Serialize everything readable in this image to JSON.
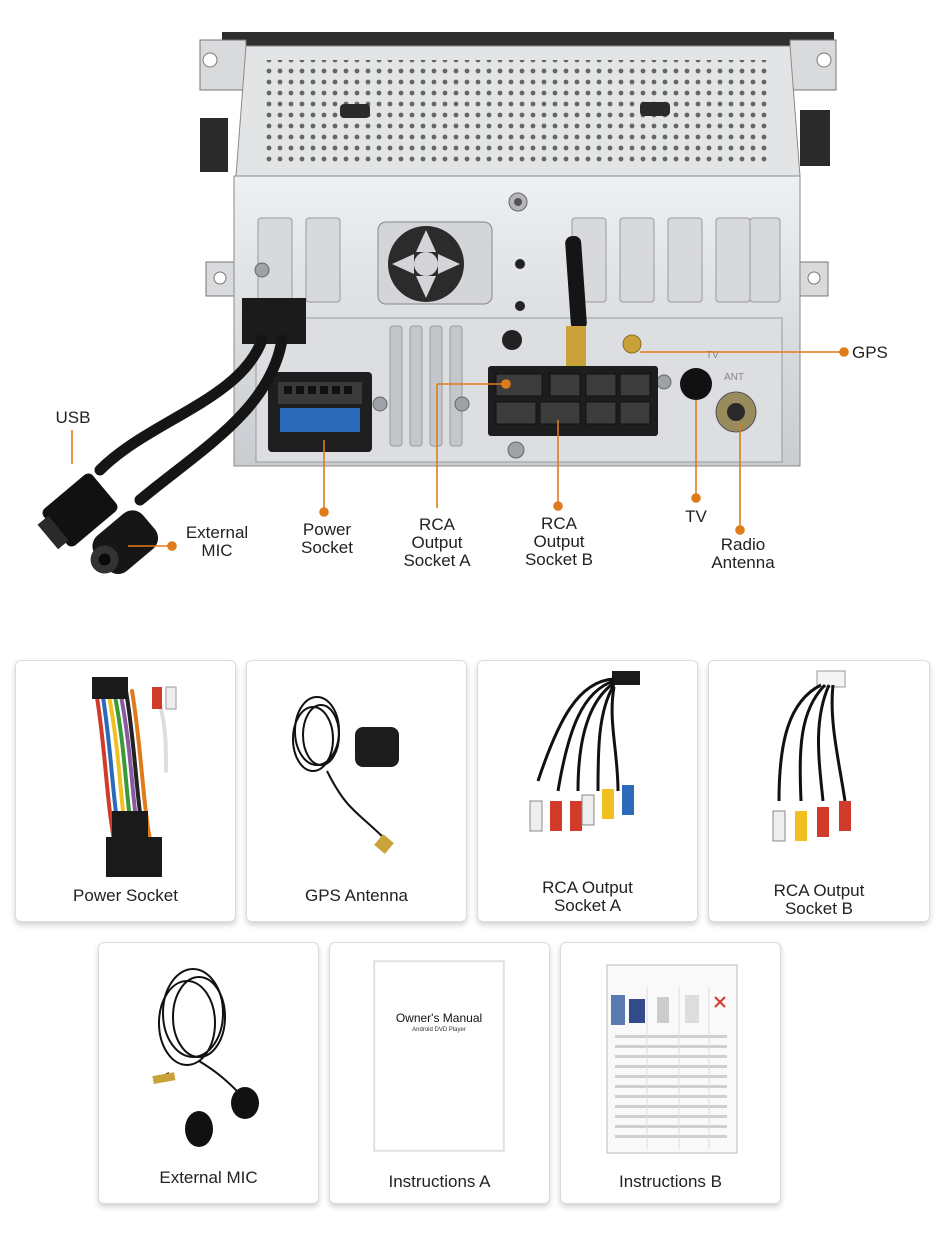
{
  "diagram": {
    "callouts": {
      "usb": "USB",
      "external_mic": "External\nMIC",
      "power_socket": "Power\nSocket",
      "rca_a": "RCA\nOutput\nSocket A",
      "rca_b": "RCA\nOutput\nSocket B",
      "tv": "TV",
      "radio_antenna": "Radio\nAntenna",
      "gps": "GPS"
    },
    "port_markings": {
      "ant": "ANT",
      "tv": "TV"
    },
    "accent_color": "#e07b1a"
  },
  "accessories": {
    "power_socket": "Power Socket",
    "gps_antenna": "GPS Antenna",
    "rca_a": "RCA Output\nSocket A",
    "rca_b": "RCA Output\nSocket B",
    "external_mic": "External MIC",
    "instructions_a": "Instructions A",
    "instructions_b": "Instructions B",
    "manual_title": "Owner's Manual",
    "manual_subtitle": "Android DVD Player"
  }
}
